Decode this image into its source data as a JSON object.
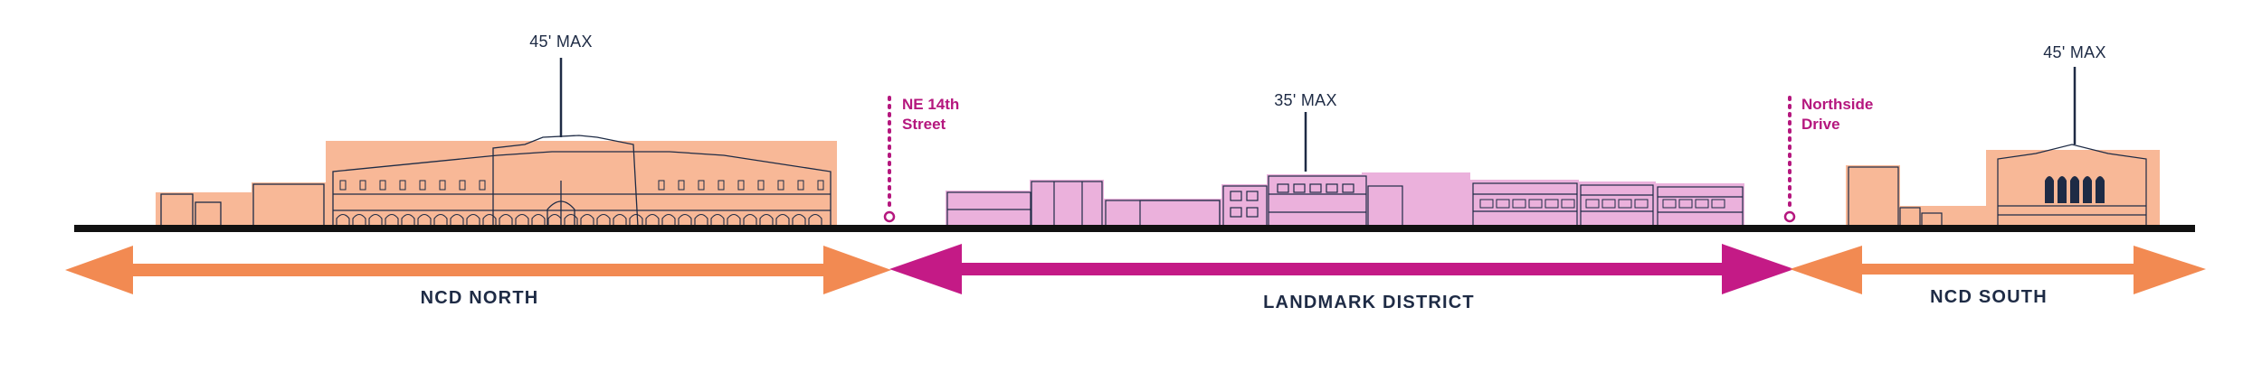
{
  "colors": {
    "ncd": "#f28a52",
    "ncd_fill": "#f8b897",
    "landmark": "#c41a86",
    "landmark_fill": "#ebb1dc",
    "line": "#1e2b45",
    "ground": "#111111"
  },
  "height_labels": {
    "ncd_north": "45' MAX",
    "landmark": "35' MAX",
    "ncd_south": "45' MAX"
  },
  "boundaries": {
    "west": [
      "NE 14th",
      "Street"
    ],
    "east": [
      "Northside",
      "Drive"
    ]
  },
  "zones": {
    "ncd_north": "NCD NORTH",
    "landmark": "LANDMARK DISTRICT",
    "ncd_south": "NCD SOUTH"
  }
}
